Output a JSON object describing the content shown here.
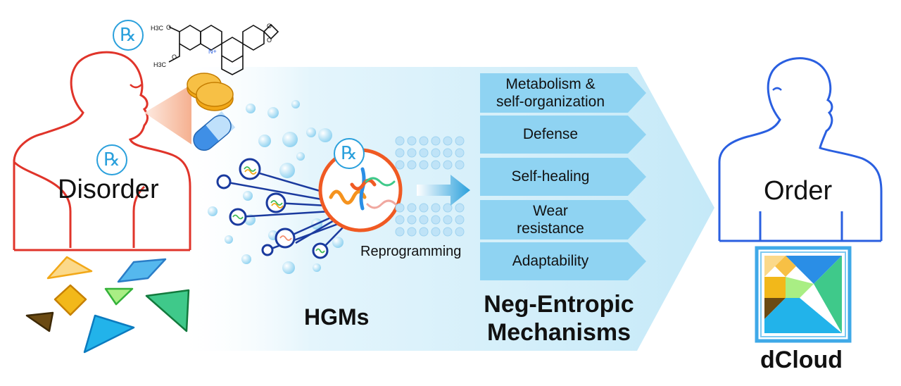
{
  "left_person": {
    "label": "Disorder"
  },
  "right_person": {
    "label": "Order"
  },
  "center": {
    "hgms_label": "HGMs",
    "reprogramming_label": "Reprogramming"
  },
  "neg_entropic": {
    "title_line1": "Neg-Entropic",
    "title_line2": "Mechanisms",
    "items": [
      {
        "line1": "Metabolism &",
        "line2": "self-organization"
      },
      {
        "line1": "Defense",
        "line2": ""
      },
      {
        "line1": "Self-healing",
        "line2": ""
      },
      {
        "line1": "Wear",
        "line2": "resistance"
      },
      {
        "line1": "Adaptability",
        "line2": ""
      }
    ]
  },
  "dcloud": {
    "label": "dCloud"
  },
  "rx_symbol": "℞",
  "molecule_labels": {
    "methoxy": "H3C",
    "oxygen": "O",
    "nitrogen": "N+"
  },
  "icons": [
    "prescription-icon",
    "pill-icon",
    "capsule-icon",
    "molecule-icon",
    "tangram-icon",
    "arrow-icon"
  ],
  "colors": {
    "disorder": "#e0342a",
    "order": "#2a5fe0",
    "accent_blue": "#2aa0dc",
    "orange": "#f05a23",
    "band": "#bfe6f7",
    "mechanism_box": "#8fd3f2"
  }
}
